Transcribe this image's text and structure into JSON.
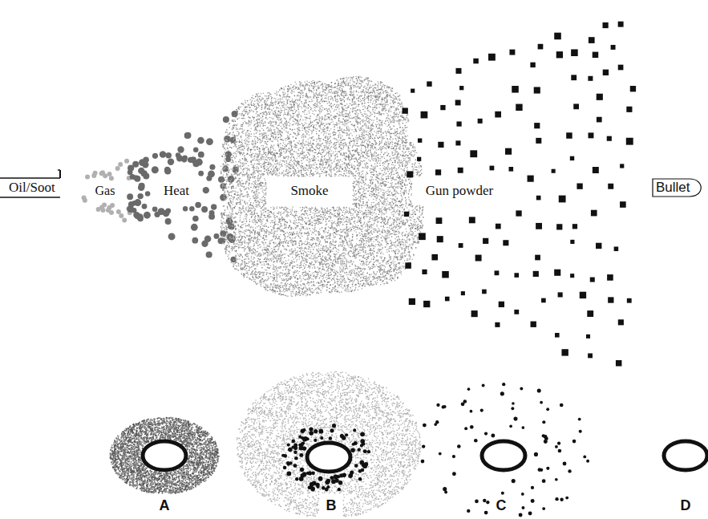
{
  "diagram": {
    "nodes": [
      {
        "text": [
          "Oil/Soot"
        ]
      },
      {
        "text": [
          "Bullet"
        ]
      }
    ],
    "labels": [
      "Gas",
      "Heat",
      "Smoke",
      "Gun powder",
      "A",
      "B",
      "C",
      "D"
    ]
  }
}
